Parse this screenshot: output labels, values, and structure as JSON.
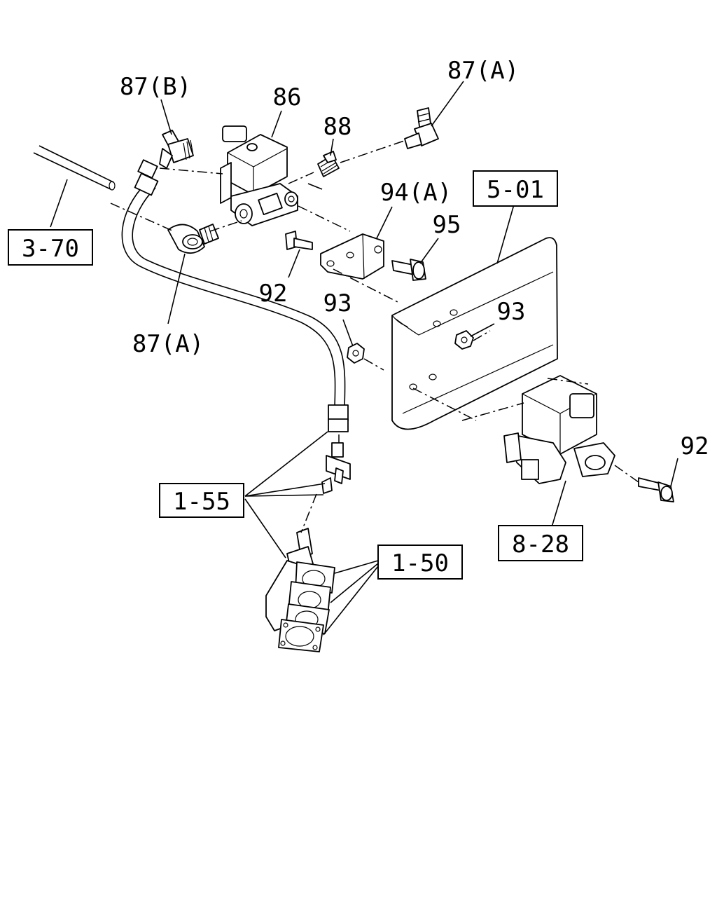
{
  "labels": {
    "p87b": "87(B)",
    "p86": "86",
    "p88": "88",
    "p87a_top": "87(A)",
    "p87a_left": "87(A)",
    "p94a": "94(A)",
    "p95": "95",
    "p92_left": "92",
    "p93_left": "93",
    "p93_right": "93",
    "p92_right": "92"
  },
  "refs": {
    "r370": "3-70",
    "r501": "5-01",
    "r155": "1-55",
    "r150": "1-50",
    "r828": "8-28"
  }
}
